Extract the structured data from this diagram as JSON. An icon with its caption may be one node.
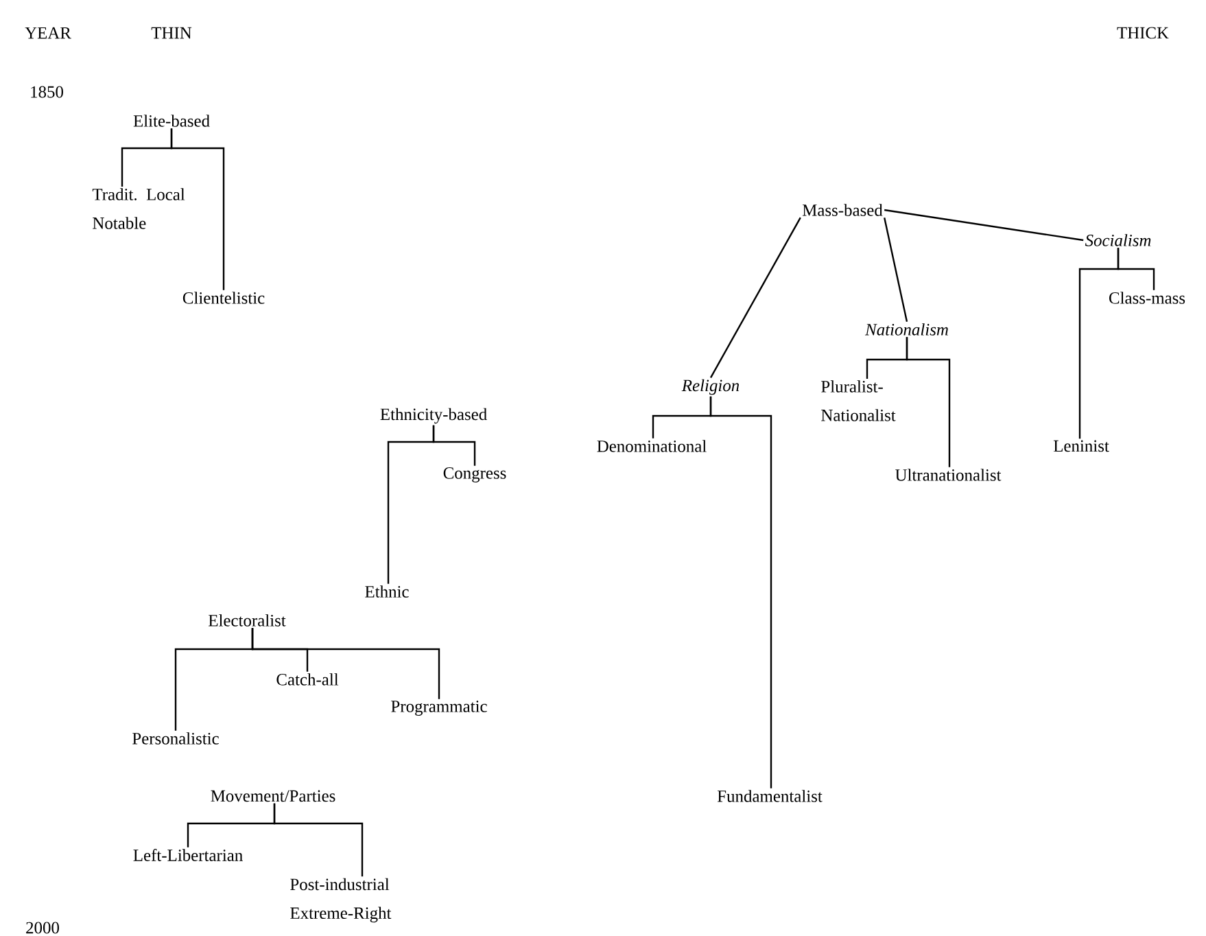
{
  "diagram": {
    "nodes": [
      {
        "text": [
          "Elite-based"
        ]
      },
      {
        "text": [
          "Tradit. Local Notable"
        ]
      },
      {
        "text": [
          "Clientelistic"
        ]
      },
      {
        "text": [
          "Mass-based"
        ]
      },
      {
        "text": [
          "Socialism"
        ]
      },
      {
        "text": [
          "Class-mass"
        ]
      },
      {
        "text": [
          "Religion"
        ]
      },
      {
        "text": [
          "Nationalism"
        ]
      },
      {
        "text": [
          "Pluralist-Nationalist"
        ]
      },
      {
        "text": [
          "Ultranationalist"
        ]
      },
      {
        "text": [
          "Denominational"
        ]
      },
      {
        "text": [
          "Fundamentalist"
        ]
      },
      {
        "text": [
          "Leninist"
        ]
      },
      {
        "text": [
          "Ethnicity-based"
        ]
      },
      {
        "text": [
          "Congress"
        ]
      },
      {
        "text": [
          "Ethnic"
        ]
      },
      {
        "text": [
          "Electoralist"
        ]
      },
      {
        "text": [
          "Catch-all"
        ]
      },
      {
        "text": [
          "Programmatic"
        ]
      },
      {
        "text": [
          "Personalistic"
        ]
      },
      {
        "text": [
          "Movement/Parties"
        ]
      },
      {
        "text": [
          "Left-Libertarian"
        ]
      },
      {
        "text": [
          "Post-industrial Extreme-Right"
        ]
      }
    ],
    "edges": [
      {
        "from": 0,
        "to": 1,
        "arrow": "none"
      },
      {
        "from": 0,
        "to": 2,
        "arrow": "none"
      },
      {
        "from": 3,
        "to": 6,
        "arrow": "none"
      },
      {
        "from": 3,
        "to": 7,
        "arrow": "none"
      },
      {
        "from": 3,
        "to": 4,
        "arrow": "none"
      },
      {
        "from": 4,
        "to": 12,
        "arrow": "none"
      },
      {
        "from": 4,
        "to": 5,
        "arrow": "none"
      },
      {
        "from": 7,
        "to": 8,
        "arrow": "none"
      },
      {
        "from": 7,
        "to": 9,
        "arrow": "none"
      },
      {
        "from": 6,
        "to": 10,
        "arrow": "none"
      },
      {
        "from": 6,
        "to": 11,
        "arrow": "none"
      },
      {
        "from": 13,
        "to": 14,
        "arrow": "none"
      },
      {
        "from": 13,
        "to": 15,
        "arrow": "none"
      },
      {
        "from": 16,
        "to": 19,
        "arrow": "none"
      },
      {
        "from": 16,
        "to": 17,
        "arrow": "none"
      },
      {
        "from": 16,
        "to": 18,
        "arrow": "none"
      },
      {
        "from": 20,
        "to": 21,
        "arrow": "none"
      },
      {
        "from": 20,
        "to": 22,
        "arrow": "none"
      }
    ],
    "labels": [
      "YEAR",
      "THIN",
      "THICK",
      "1850",
      "2000"
    ]
  }
}
